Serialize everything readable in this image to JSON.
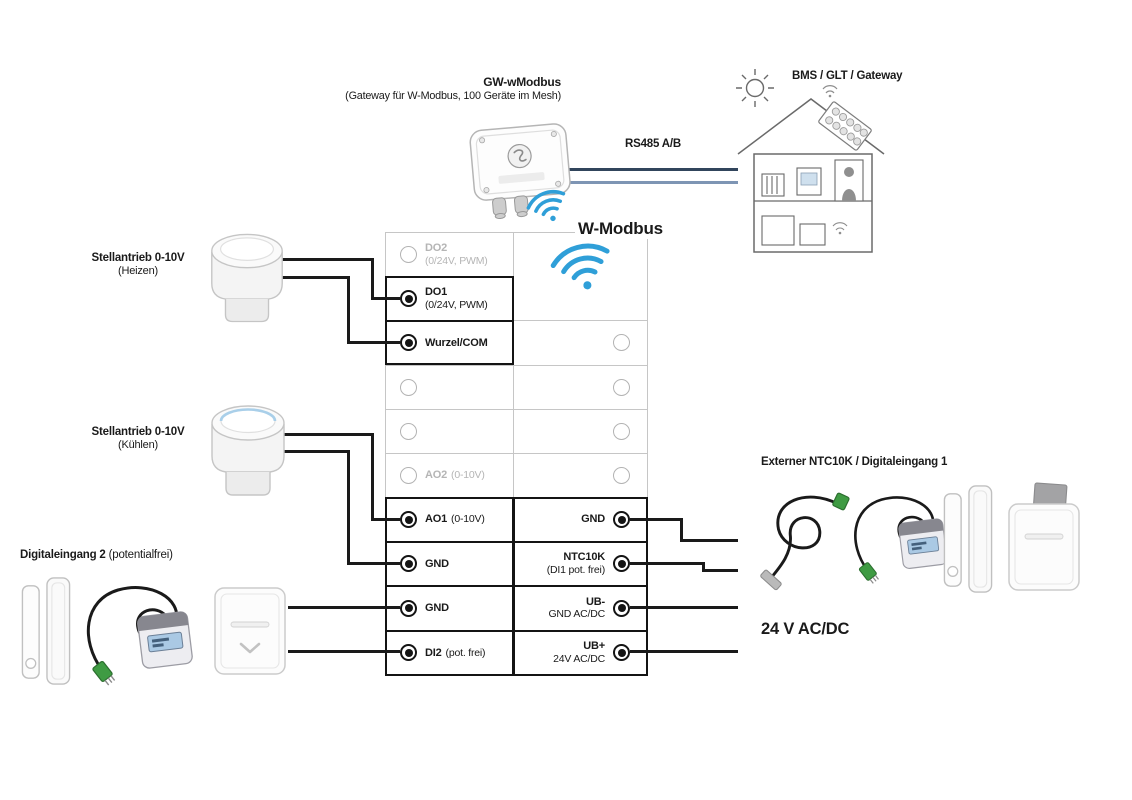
{
  "labels": {
    "gateway_title": "GW-wModbus",
    "gateway_subtitle": "(Gateway für W-Modbus, 100 Geräte im Mesh)",
    "bms": "BMS / GLT / Gateway",
    "rs485": "RS485 A/B",
    "wmodbus": "W-Modbus",
    "power": "24 V AC/DC",
    "heizen_title": "Stellantrieb 0-10V",
    "heizen_sub": "(Heizen)",
    "kuehlen_title": "Stellantrieb 0-10V",
    "kuehlen_sub": "(Kühlen)",
    "di2_title": "Digitaleingang 2",
    "di2_sub": "(potentialfrei)",
    "ntc": "Externer NTC10K / Digitaleingang 1"
  },
  "terminals": {
    "left": [
      {
        "label": "DO2",
        "sub": "(0/24V, PWM)"
      },
      {
        "label": "DO1",
        "sub": "(0/24V, PWM)"
      },
      {
        "label": "Wurzel/COM"
      },
      {},
      {},
      {
        "label": "AO2",
        "sub": "(0-10V)"
      },
      {
        "label": "AO1",
        "sub": "(0-10V)"
      },
      {
        "label": "GND"
      },
      {
        "label": "GND"
      },
      {
        "label": "DI2",
        "sub": "(pot. frei)"
      }
    ],
    "right": [
      {
        "label": "GND"
      },
      {
        "label": "NTC10K",
        "sub": "(DI1 pot. frei)"
      },
      {
        "label": "UB-",
        "sub": "GND AC/DC"
      },
      {
        "label": "UB+",
        "sub": "24V AC/DC"
      }
    ]
  },
  "icons": {
    "wifi": "📶",
    "sun": "☀"
  },
  "colors": {
    "wire": "#1a1a1a",
    "rs485_line_a": "#31455c",
    "rs485_line_b": "#7e95b4",
    "wifi_blue": "#2f9fd8",
    "grid_gray": "#c6c6c6",
    "highlight_box": "#141414",
    "inactive_gray": "#b5b5b5",
    "connector_green": "#3f9b43"
  }
}
